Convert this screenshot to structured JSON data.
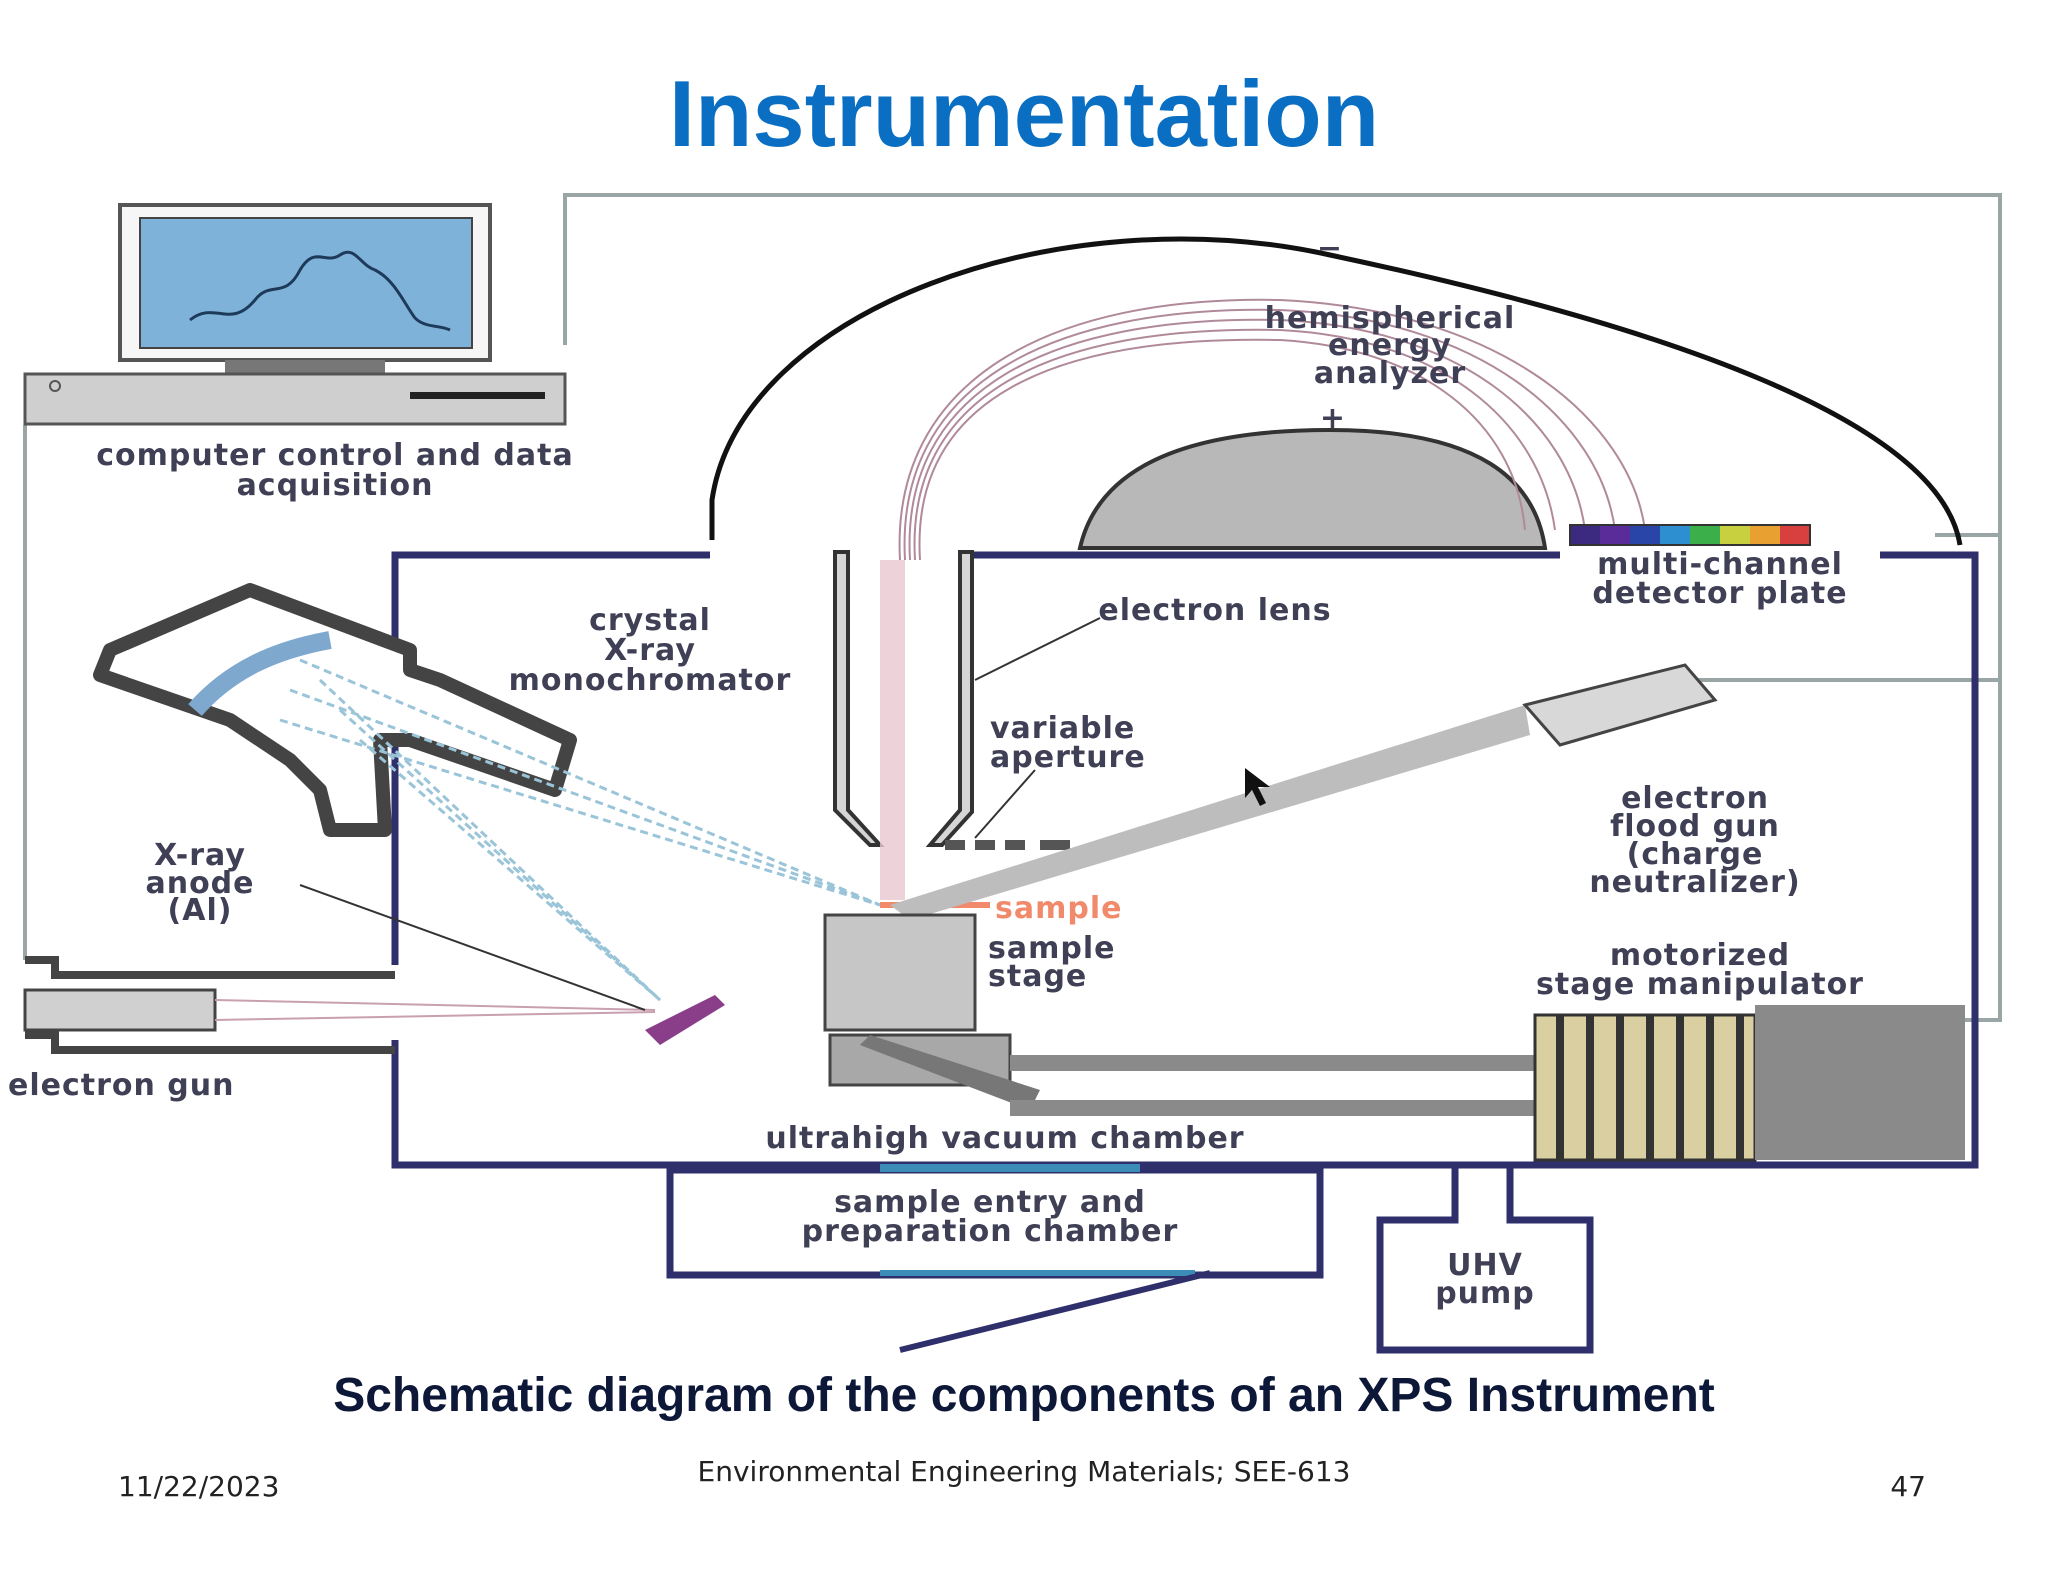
{
  "slide": {
    "title": "Instrumentation",
    "caption": "Schematic diagram of the components of an XPS Instrument"
  },
  "diagram": {
    "labels": {
      "computer": [
        "computer control and data",
        "acquisition"
      ],
      "analyzer": [
        "hemispherical",
        "energy",
        "analyzer"
      ],
      "minus_sign": "−",
      "plus_sign": "+",
      "detector": [
        "multi-channel",
        "detector plate"
      ],
      "monochromator": [
        "crystal",
        "X-ray",
        "monochromator"
      ],
      "lens": "electron lens",
      "aperture": [
        "variable",
        "aperture"
      ],
      "anode": [
        "X-ray",
        "anode",
        "(Al)"
      ],
      "sample": "sample",
      "stage": [
        "sample",
        "stage"
      ],
      "flood_gun": [
        "electron",
        "flood gun",
        "(charge",
        "neutralizer)"
      ],
      "manipulator": [
        "motorized",
        "stage manipulator"
      ],
      "electron_gun": "electron gun",
      "chamber": "ultrahigh vacuum chamber",
      "entry": [
        "sample entry and",
        "preparation chamber"
      ],
      "pump": [
        "UHV",
        "pump"
      ]
    },
    "colors": {
      "chamber_wall": "#2e2f6b",
      "sample_highlight": "#f08a6a",
      "screen": "#7fb2d8",
      "title": "#0a6fc2"
    },
    "detector_colors": [
      "#3b2a80",
      "#5a2c9a",
      "#2a45a8",
      "#2e8fd0",
      "#3bb04a",
      "#c8d040",
      "#e8a030",
      "#d84040"
    ]
  },
  "footer": {
    "date": "11/22/2023",
    "course": "Environmental Engineering Materials; SEE-613",
    "page": "47"
  }
}
